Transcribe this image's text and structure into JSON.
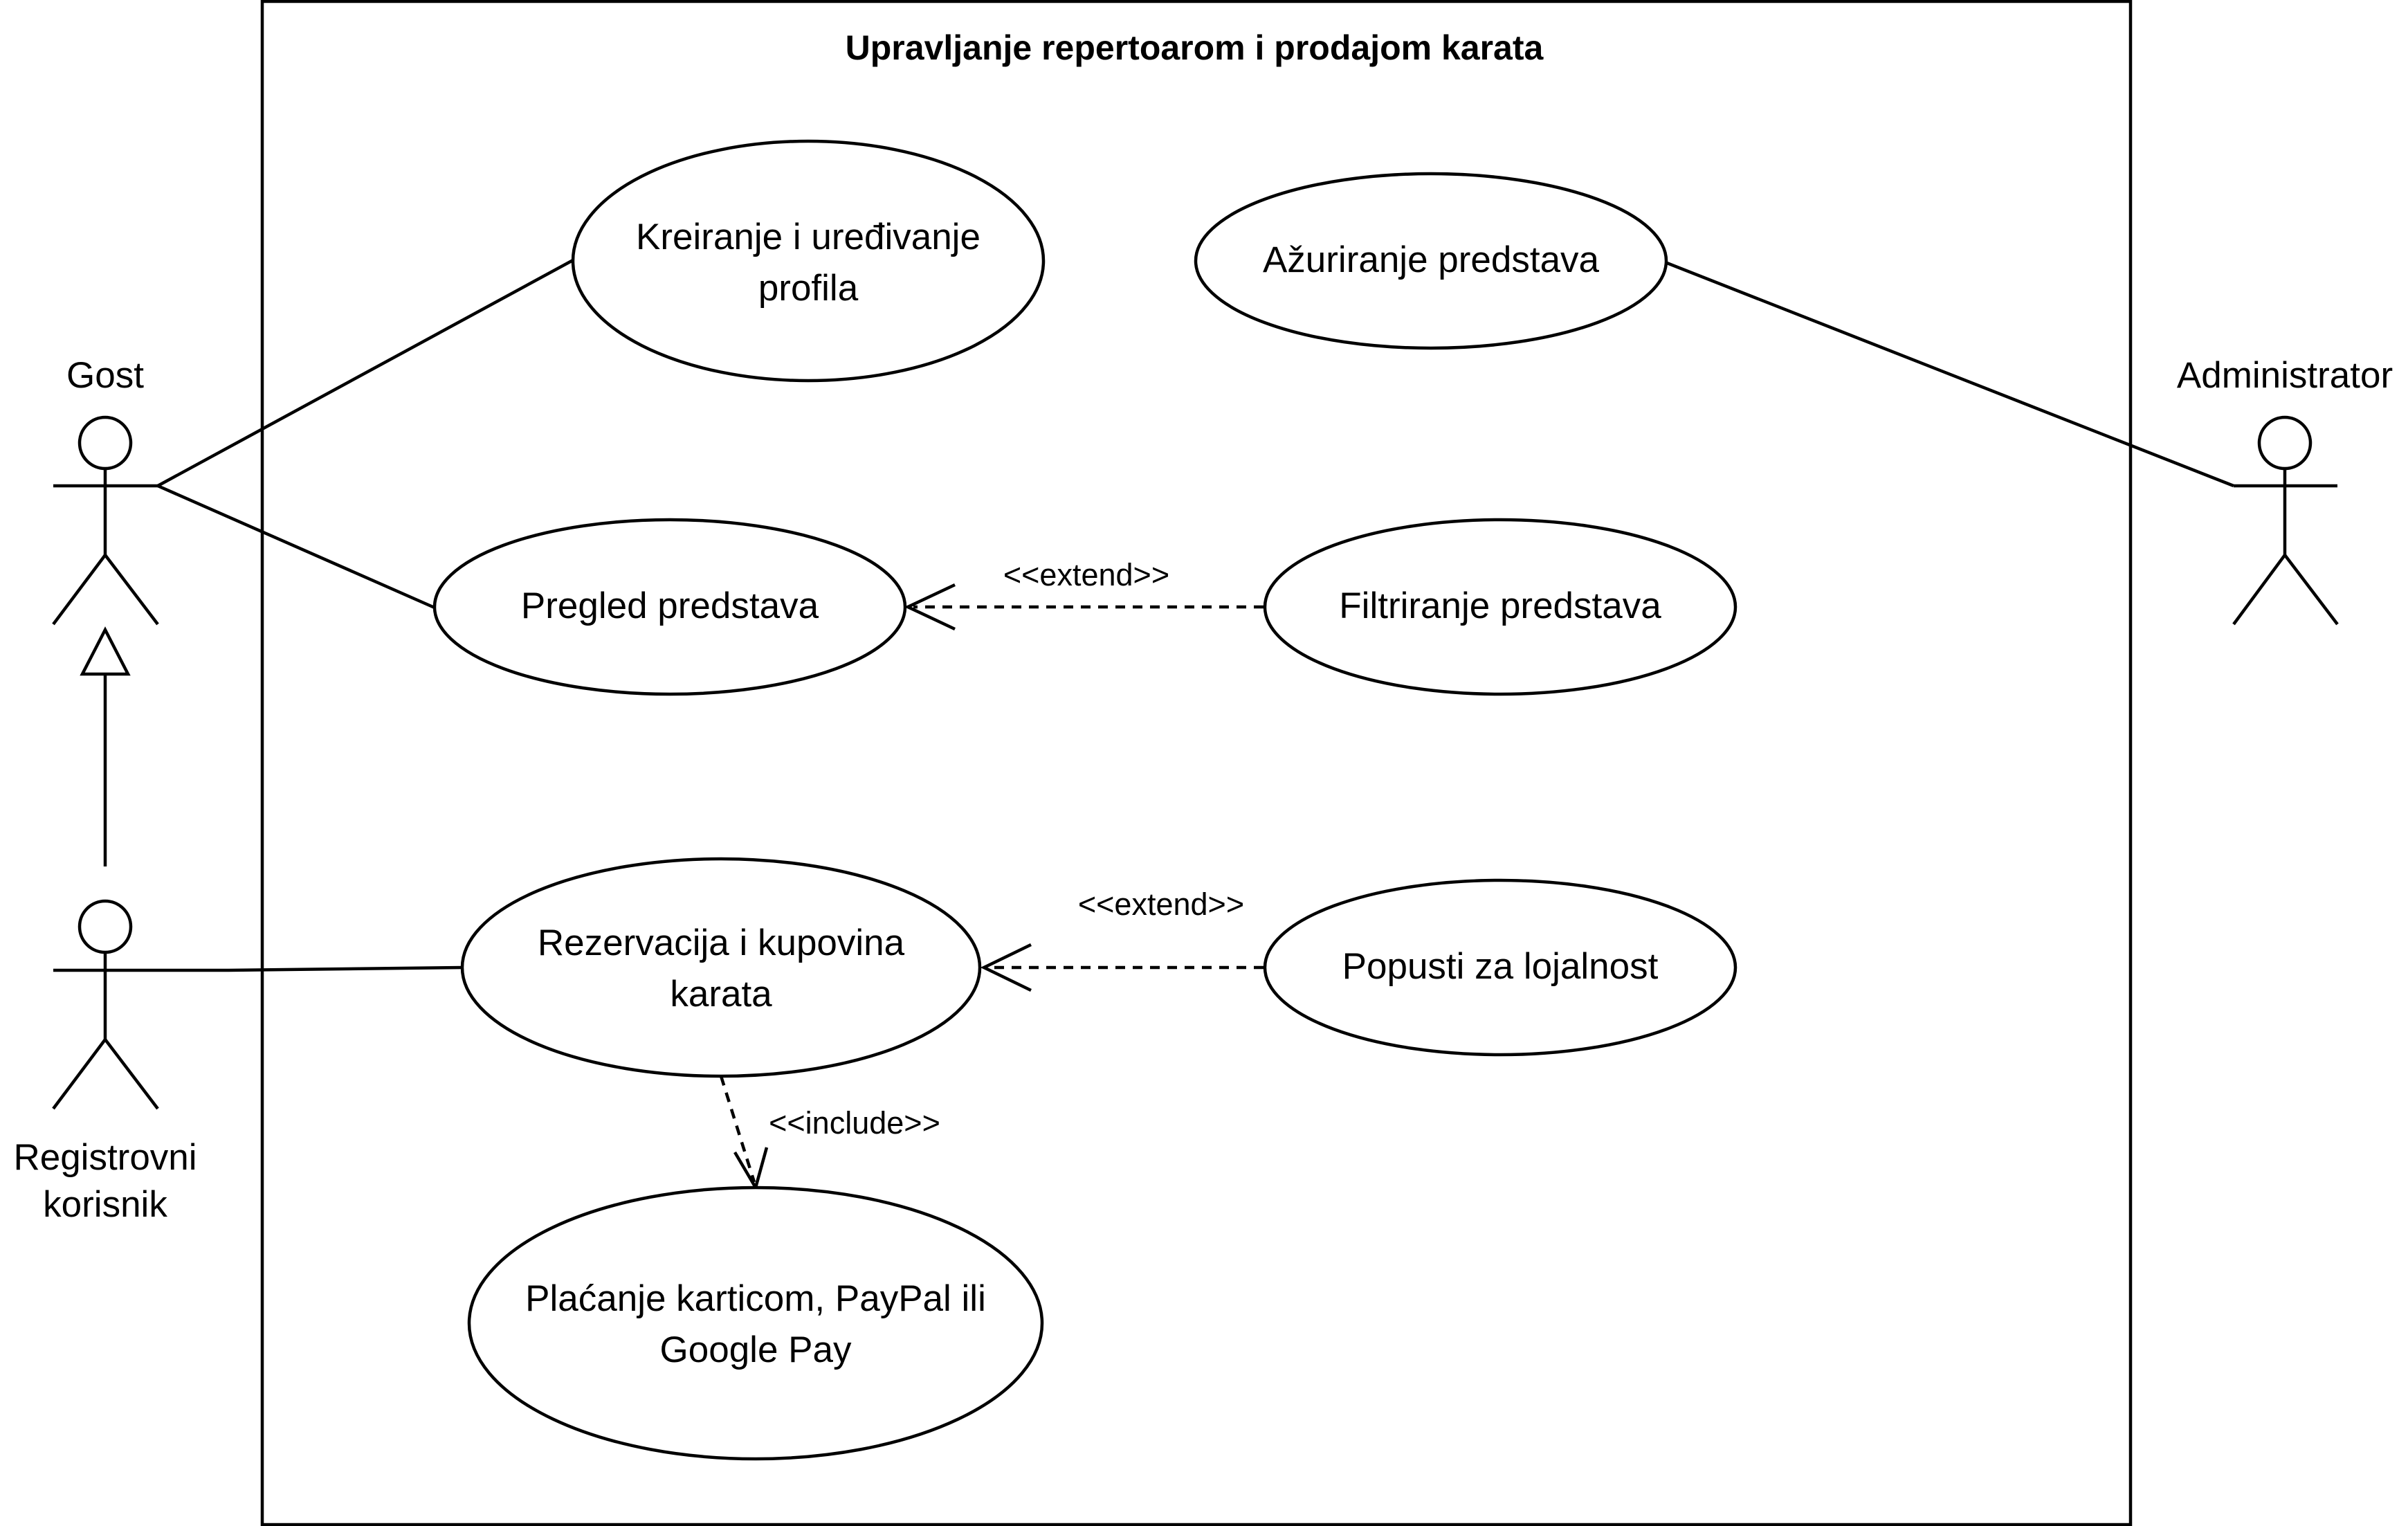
{
  "system": {
    "title": "Upravljanje repertoarom i prodajom karata"
  },
  "actors": {
    "guest": "Gost",
    "admin": "Administrator",
    "registered_line1": "Registrovni",
    "registered_line2": "korisnik"
  },
  "use_cases": {
    "profile": [
      "Kreiranje i uređivanje",
      "profila"
    ],
    "update_shows": [
      "Ažuriranje predstava"
    ],
    "view_shows": [
      "Pregled predstava"
    ],
    "filter_shows": [
      "Filtriranje predstava"
    ],
    "reservation": [
      "Rezervacija i kupovina",
      "karata"
    ],
    "loyalty": [
      "Popusti za lojalnost"
    ],
    "payment": [
      "Plaćanje karticom, PayPal ili",
      "Google Pay"
    ]
  },
  "relations": {
    "extend_filter": "<<extend>>",
    "extend_loyalty": "<<extend>>",
    "include_payment": "<<include>>"
  }
}
